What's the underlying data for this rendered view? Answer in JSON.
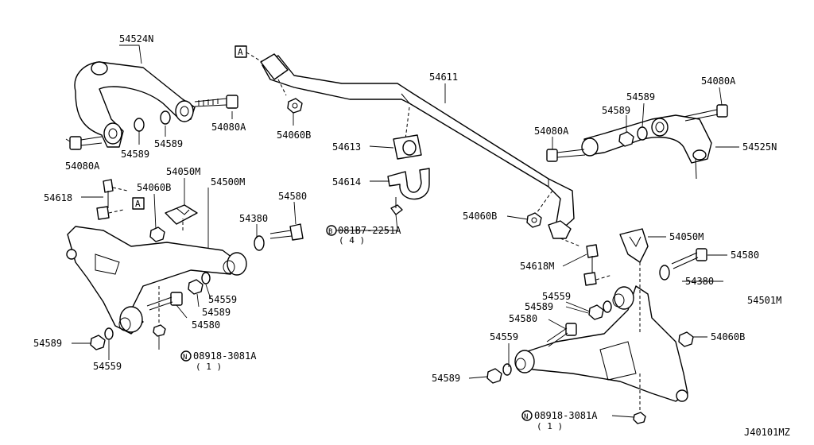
{
  "diagram_id": "J40101MZ",
  "ref_marker": "A",
  "labels": {
    "l54524N": "54524N",
    "l54080A_1": "54080A",
    "l54589_1": "54589",
    "l54589_2": "54589",
    "l54080A_2": "54080A",
    "l54618": "54618",
    "l54060B_1": "54060B",
    "l54050M_1": "54050M",
    "l54500M": "54500M",
    "l54380_1": "54380",
    "l54580_1": "54580",
    "l54559_1": "54559",
    "l54589_3": "54589",
    "l54580_2": "54580",
    "l54589_4": "54589",
    "l54559_2": "54559",
    "l08918_1": "08918-3081A",
    "l08918_1q": "( 1 )",
    "l54611": "54611",
    "l54060B_2": "54060B",
    "l54613": "54613",
    "l54614": "54614",
    "l081B7": "081B7-2251A",
    "l081B7q": "( 4 )",
    "l54060B_3": "54060B",
    "l54618M": "54618M",
    "l54080A_3": "54080A",
    "l54589_5": "54589",
    "l54589_6": "54589",
    "l54080A_4": "54080A",
    "l54525N": "54525N",
    "l54050M_2": "54050M",
    "l54580_3": "54580",
    "l54380_2": "54380",
    "l54501M": "54501M",
    "l54559_3": "54559",
    "l54589_7": "54589",
    "l54580_4": "54580",
    "l54060B_4": "54060B",
    "l54559_4": "54559",
    "l54589_8": "54589",
    "l08918_2": "08918-3081A",
    "l08918_2q": "( 1 )",
    "circle_N": "N",
    "circle_B": "B"
  }
}
